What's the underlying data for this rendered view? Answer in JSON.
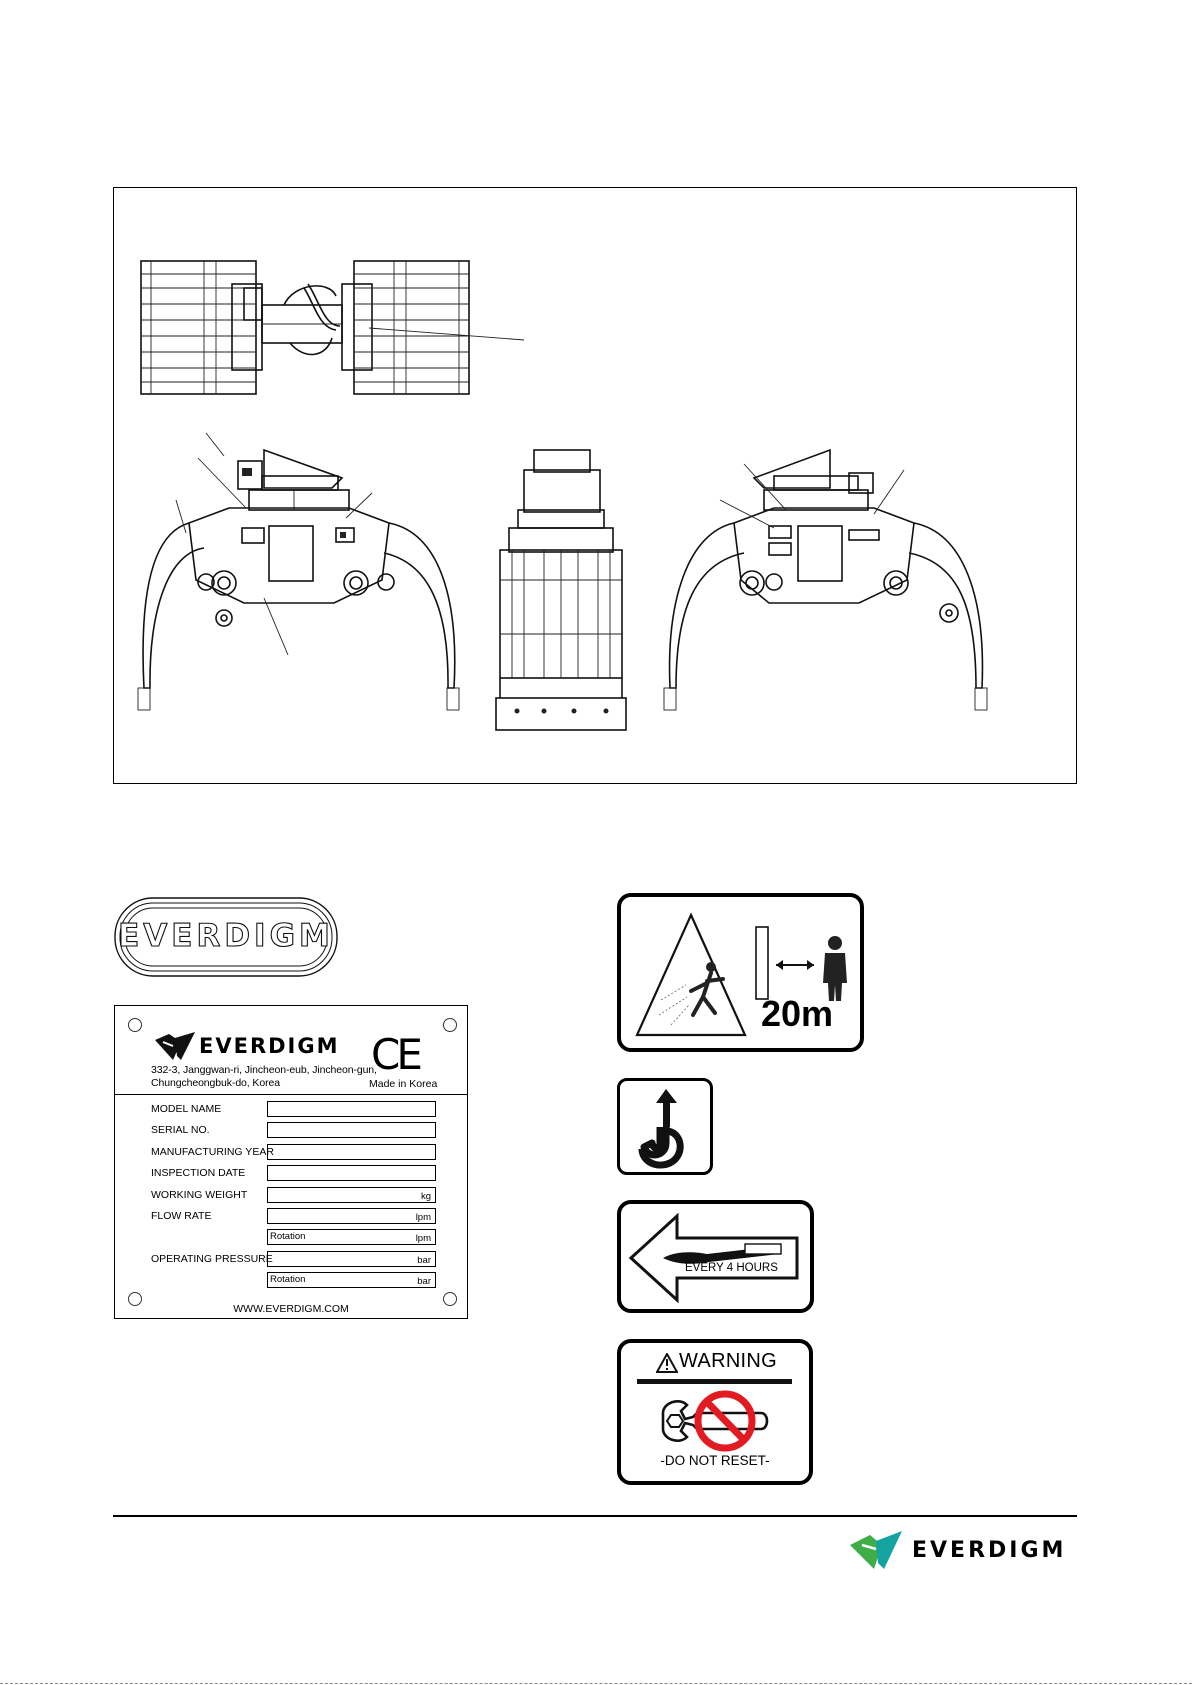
{
  "logo_badge": {
    "text": "EVERDIGM"
  },
  "nameplate": {
    "brand": "EVERDIGM",
    "address_line1": "332-3, Janggwan-ri, Jincheon-eub, Jincheon-gun,",
    "address_line2": "Chungcheongbuk-do, Korea",
    "ce_mark": "CE",
    "made_in": "Made in Korea",
    "fields": [
      {
        "label": "MODEL NAME",
        "unit": ""
      },
      {
        "label": "SERIAL NO.",
        "unit": ""
      },
      {
        "label": "MANUFACTURING YEAR",
        "unit": ""
      },
      {
        "label": "INSPECTION DATE",
        "unit": ""
      },
      {
        "label": "WORKING WEIGHT",
        "unit": "kg"
      },
      {
        "label": "FLOW RATE",
        "unit": "lpm"
      },
      {
        "label": "",
        "sub": "Rotation",
        "unit": "lpm"
      },
      {
        "label": "OPERATING PRESSURE",
        "unit": "bar"
      },
      {
        "label": "",
        "sub": "Rotation",
        "unit": "bar"
      }
    ],
    "website": "WWW.EVERDIGM.COM"
  },
  "decals": {
    "distance": "20m",
    "grease_interval": "EVERY 4 HOURS",
    "warning_title": "WARNING",
    "warning_caption": "-DO NOT RESET-"
  },
  "footer": {
    "brand": "EVERDIGM",
    "logo_colors": [
      "#3fae49",
      "#14a3a0"
    ]
  }
}
